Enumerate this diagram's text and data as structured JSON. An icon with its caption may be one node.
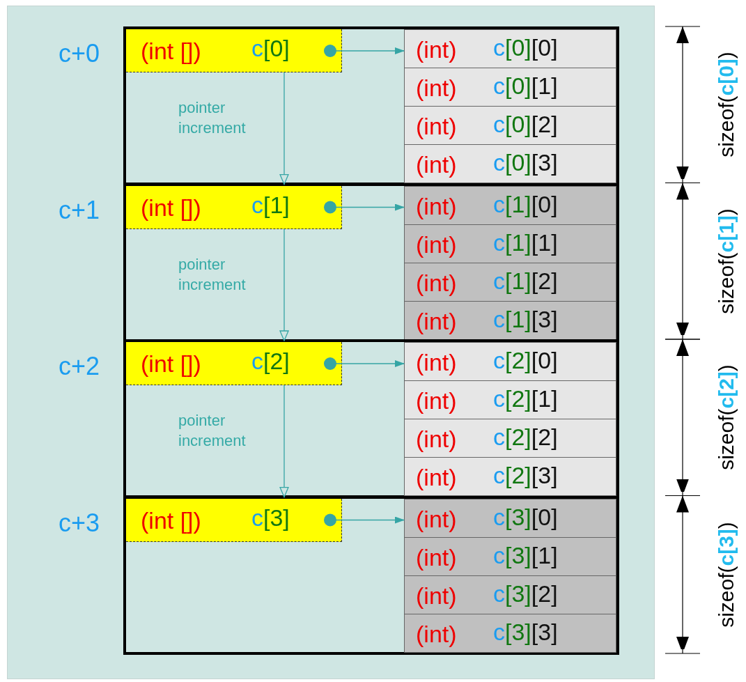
{
  "diagram": {
    "nodes": [
      {
        "text": [
          "c+0"
        ]
      },
      {
        "text": [
          "(int [])",
          "c[0]"
        ],
        "in": 0
      },
      {
        "text": [
          "(int)",
          "c[0][0]"
        ],
        "in": 0
      },
      {
        "text": [
          "(int)",
          "c[0][1]"
        ],
        "in": 0
      },
      {
        "text": [
          "(int)",
          "c[0][2]"
        ],
        "in": 0
      },
      {
        "text": [
          "(int)",
          "c[0][3]"
        ],
        "in": 0
      },
      {
        "text": [
          "c+1"
        ]
      },
      {
        "text": [
          "(int [])",
          "c[1]"
        ],
        "in": 6
      },
      {
        "text": [
          "(int)",
          "c[1][0]"
        ],
        "in": 6
      },
      {
        "text": [
          "(int)",
          "c[1][1]"
        ],
        "in": 6
      },
      {
        "text": [
          "(int)",
          "c[1][2]"
        ],
        "in": 6
      },
      {
        "text": [
          "(int)",
          "c[1][3]"
        ],
        "in": 6
      },
      {
        "text": [
          "c+2"
        ]
      },
      {
        "text": [
          "(int [])",
          "c[2]"
        ],
        "in": 12
      },
      {
        "text": [
          "(int)",
          "c[2][0]"
        ],
        "in": 12
      },
      {
        "text": [
          "(int)",
          "c[2][1]"
        ],
        "in": 12
      },
      {
        "text": [
          "(int)",
          "c[2][2]"
        ],
        "in": 12
      },
      {
        "text": [
          "(int)",
          "c[2][3]"
        ],
        "in": 12
      },
      {
        "text": [
          "c+3"
        ]
      },
      {
        "text": [
          "(int [])",
          "c[3]"
        ],
        "in": 18
      },
      {
        "text": [
          "(int)",
          "c[3][0]"
        ],
        "in": 18
      },
      {
        "text": [
          "(int)",
          "c[3][1]"
        ],
        "in": 18
      },
      {
        "text": [
          "(int)",
          "c[3][2]"
        ],
        "in": 18
      },
      {
        "text": [
          "(int)",
          "c[3][3]"
        ],
        "in": 18
      }
    ],
    "edges": [
      {
        "from": 1,
        "to": 2,
        "arrow": "to"
      },
      {
        "from": 1,
        "to": 6,
        "arrow": "to",
        "label": "pointer increment"
      },
      {
        "from": 7,
        "to": 8,
        "arrow": "to"
      },
      {
        "from": 7,
        "to": 12,
        "arrow": "to",
        "label": "pointer increment"
      },
      {
        "from": 13,
        "to": 14,
        "arrow": "to"
      },
      {
        "from": 13,
        "to": 18,
        "arrow": "to",
        "label": "pointer increment"
      },
      {
        "from": 19,
        "to": 20,
        "arrow": "to"
      }
    ],
    "labels": [
      "sizeof(**c[0]**)",
      "sizeof(**c[1]**)",
      "sizeof(**c[2]**)",
      "sizeof(**c[3]**)"
    ]
  }
}
